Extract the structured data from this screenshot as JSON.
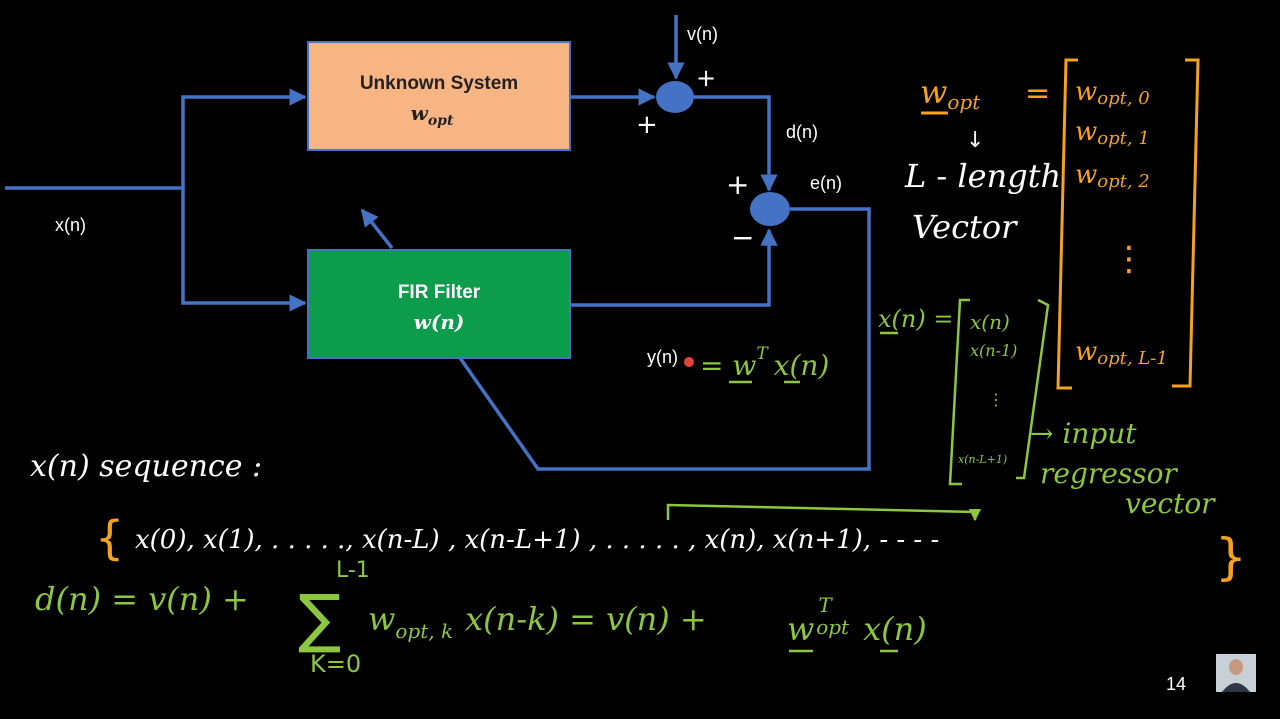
{
  "colors": {
    "background": "#000000",
    "signal_line": "#4472c4",
    "unknown_box": "#f8b584",
    "fir_box": "#0d9b4c",
    "summer": "#4472c4",
    "annot_green": "#8dc63f",
    "annot_orange": "#f6a21e",
    "annot_white": "#ffffff"
  },
  "diagram": {
    "unknown_system": {
      "title": "Unknown System",
      "symbol": "w",
      "sub": "opt"
    },
    "fir_filter": {
      "title": "FIR Filter",
      "symbol": "w(n)"
    },
    "signals": {
      "input": "x(n)",
      "noise": "v(n)",
      "desired": "d(n)",
      "error": "e(n)",
      "output": "y(n)"
    },
    "signs": {
      "noise_plus": "+",
      "unknown_plus": "+",
      "desired_plus": "+",
      "output_minus": "−"
    }
  },
  "annotations": {
    "y_eq": "= w",
    "y_eq_sup": "T",
    "y_eq_tail": "x(n)",
    "wopt_label": "w",
    "wopt_sub": "opt",
    "wopt_eq": "=",
    "arrow_down": "↓",
    "l_length": "L - length",
    "vector_word": "Vector",
    "wopt_entries": [
      "w",
      "w",
      "w",
      "⋮",
      "w"
    ],
    "wopt_entry_subs": [
      "opt, 0",
      "opt, 1",
      "opt, 2",
      "",
      "opt, L-1"
    ],
    "x_vec_label": "x(n) =",
    "x_vec_entries": [
      "x(n)",
      "x(n-1)",
      "⋮",
      "x(n-L+1)"
    ],
    "input_regressor": [
      "→ input",
      "regressor",
      "vector"
    ],
    "sequence_heading": "x(n) sequence :",
    "sequence_open": "{",
    "sequence_body": "x(0), x(1),   . . . . ., x(n-L) , x(n-L+1) ,  . . . .  .   , x(n), x(n+1), - - - -",
    "sequence_close": "}",
    "d_eq_left": "d(n)  =  v(n) +",
    "sum_top": "L-1",
    "sum_sign": "∑",
    "sum_bottom": "K=0",
    "d_eq_mid": "w",
    "d_eq_mid_sub": "opt, k",
    "d_eq_mid_tail": "x(n-k)  =  v(n)  +",
    "d_eq_right": "w",
    "d_eq_right_sup": "T",
    "d_eq_right_sub": "opt",
    "d_eq_right_tail": "x(n)"
  },
  "page_number": "14",
  "presenter_icon": "presenter-avatar"
}
